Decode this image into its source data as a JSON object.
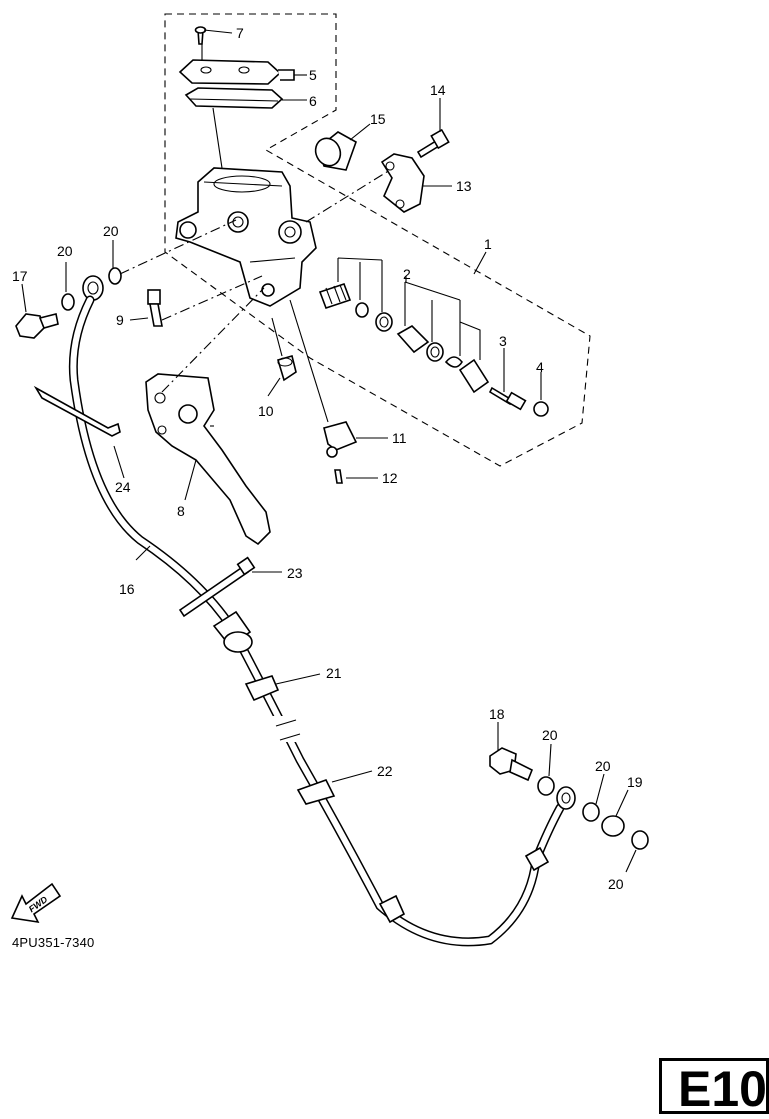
{
  "callouts": [
    {
      "id": "c1",
      "text": "1"
    },
    {
      "id": "c2",
      "text": "2"
    },
    {
      "id": "c3",
      "text": "3"
    },
    {
      "id": "c4",
      "text": "4"
    },
    {
      "id": "c5",
      "text": "5"
    },
    {
      "id": "c6",
      "text": "6"
    },
    {
      "id": "c7",
      "text": "7"
    },
    {
      "id": "c8",
      "text": "8"
    },
    {
      "id": "c9",
      "text": "9"
    },
    {
      "id": "c10",
      "text": "10"
    },
    {
      "id": "c11",
      "text": "11"
    },
    {
      "id": "c12",
      "text": "12"
    },
    {
      "id": "c13",
      "text": "13"
    },
    {
      "id": "c14",
      "text": "14"
    },
    {
      "id": "c15",
      "text": "15"
    },
    {
      "id": "c16",
      "text": "16"
    },
    {
      "id": "c17",
      "text": "17"
    },
    {
      "id": "c18",
      "text": "18"
    },
    {
      "id": "c19",
      "text": "19"
    },
    {
      "id": "c20a",
      "text": "20"
    },
    {
      "id": "c20b",
      "text": "20"
    },
    {
      "id": "c20c",
      "text": "20"
    },
    {
      "id": "c20d",
      "text": "20"
    },
    {
      "id": "c20e",
      "text": "20"
    },
    {
      "id": "c21",
      "text": "21"
    },
    {
      "id": "c22",
      "text": "22"
    },
    {
      "id": "c23",
      "text": "23"
    },
    {
      "id": "c24",
      "text": "24"
    }
  ],
  "fwd_label": "FWD",
  "drawing_code": "4PU351-7340",
  "page_code": "E10"
}
